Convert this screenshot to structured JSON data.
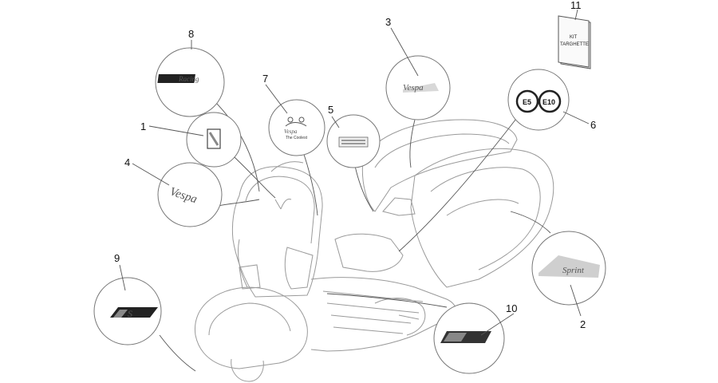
{
  "parts": [
    {
      "id": "1",
      "label": "1"
    },
    {
      "id": "2",
      "label": "2",
      "decal_text": "Sprint"
    },
    {
      "id": "3",
      "label": "3",
      "decal_text": "Vespa"
    },
    {
      "id": "4",
      "label": "4",
      "decal_text": "Vespa"
    },
    {
      "id": "5",
      "label": "5"
    },
    {
      "id": "6",
      "label": "6",
      "badges": [
        "E5",
        "E10"
      ]
    },
    {
      "id": "7",
      "label": "7",
      "decal_text": "Vespa",
      "decal_subtext": "The Coolest"
    },
    {
      "id": "8",
      "label": "8",
      "decal_text": "Racing"
    },
    {
      "id": "9",
      "label": "9",
      "decal_text": "S"
    },
    {
      "id": "10",
      "label": "10"
    },
    {
      "id": "11",
      "label": "11",
      "kit_line1": "KIT",
      "kit_line2": "TARGHETTE"
    }
  ],
  "colors": {
    "line": "#555555",
    "sketch": "#9a9a9a",
    "decal_dark": "#222222",
    "decal_gray": "#888888"
  }
}
